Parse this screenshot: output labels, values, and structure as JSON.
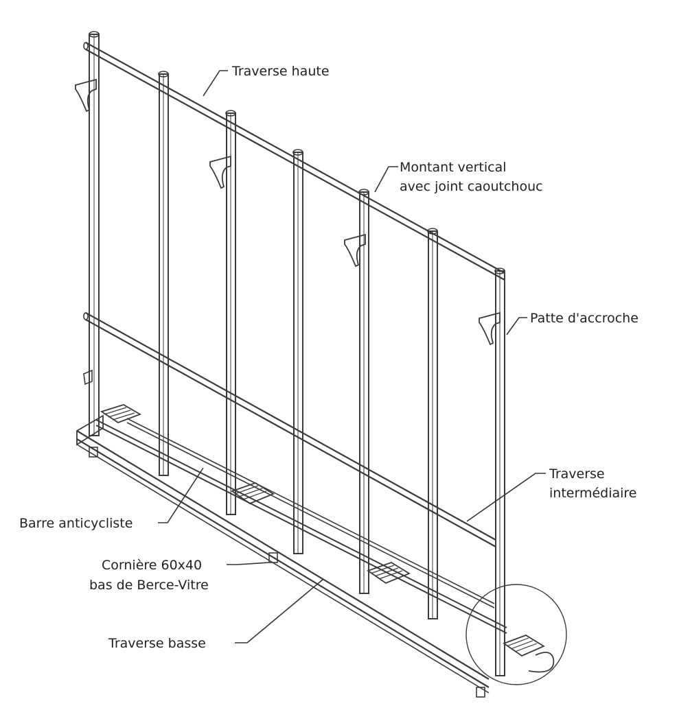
{
  "diagram": {
    "labels": {
      "traverse_haute": "Traverse haute",
      "montant_line1": "Montant vertical",
      "montant_line2": "avec joint caoutchouc",
      "patte": "Patte d'accroche",
      "traverse_inter_line1": "Traverse",
      "traverse_inter_line2": "intermédiaire",
      "barre": "Barre anticycliste",
      "corniere_line1": "Cornière 60x40",
      "corniere_line2": "bas de Berce-Vitre",
      "traverse_basse": "Traverse basse"
    },
    "colors": {
      "line": "#3a3a3a",
      "label": "#222222",
      "background": "#ffffff"
    }
  }
}
